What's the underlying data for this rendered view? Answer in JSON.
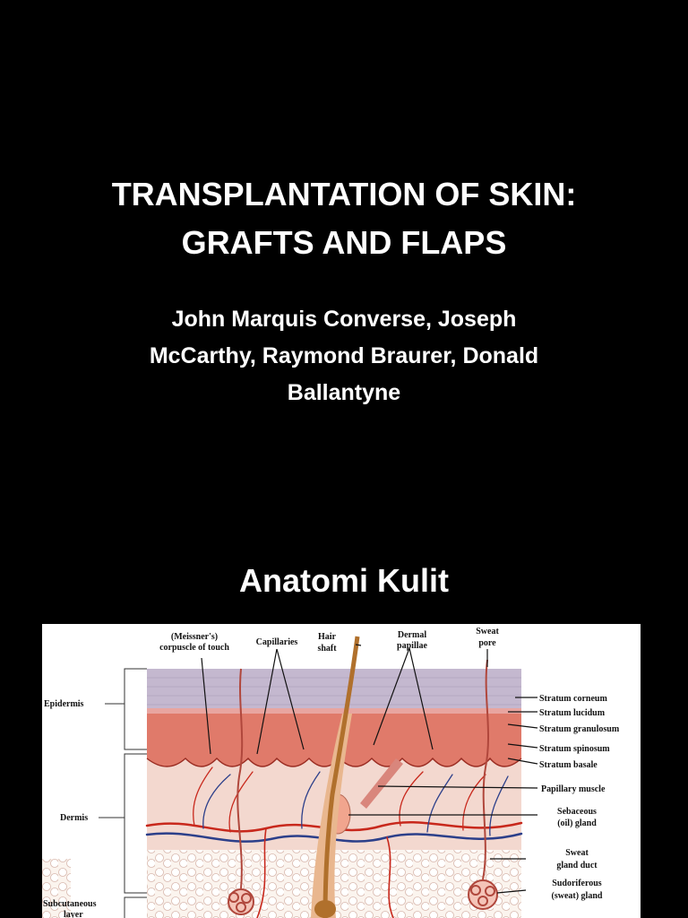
{
  "slide": {
    "title_line1": "TRANSPLANTATION OF SKIN:",
    "title_line2": "GRAFTS AND FLAPS",
    "authors_line1": "John Marquis Converse, Joseph",
    "authors_line2": "McCarthy, Raymond Braurer, Donald",
    "authors_line3": "Ballantyne",
    "section_title": "Anatomi Kulit",
    "background_color": "#000000",
    "text_color": "#ffffff"
  },
  "diagram": {
    "labels_left": {
      "epidermis": "Epidermis",
      "dermis": "Dermis",
      "subcutaneous_1": "Subcutaneous",
      "subcutaneous_2": "layer"
    },
    "labels_top": {
      "meissner_1": "(Meissner's)",
      "meissner_2": "corpuscle of touch",
      "capillaries": "Capillaries",
      "hair_1": "Hair",
      "hair_2": "shaft",
      "dermal_1": "Dermal",
      "dermal_2": "papillae",
      "sweat_pore_1": "Sweat",
      "sweat_pore_2": "pore"
    },
    "labels_right": {
      "stratum_corneum": "Stratum corneum",
      "stratum_lucidum": "Stratum lucidum",
      "stratum_granulosum": "Stratum granulosum",
      "stratum_spinosum": "Stratum spinosum",
      "stratum_basale": "Stratum basale",
      "papillary_muscle": "Papillary muscle",
      "sebaceous_1": "Sebaceous",
      "sebaceous_2": "(oil) gland",
      "sweat_duct_1": "Sweat",
      "sweat_duct_2": "gland duct",
      "sudoriferous_1": "Sudoriferous",
      "sudoriferous_2": "(sweat) gland"
    },
    "colors": {
      "stratum_corneum": "#c4b8cf",
      "epidermis": "#e07a6a",
      "dermis": "#f3d8cf",
      "vessel_red": "#c8281c",
      "vessel_blue": "#2c3f8a",
      "hair": "#b0702c"
    }
  }
}
